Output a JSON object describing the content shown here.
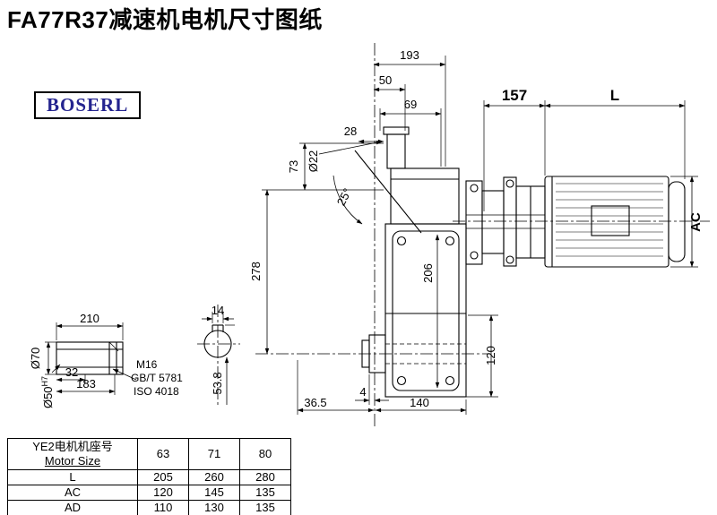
{
  "title": "FA77R37减速机电机尺寸图纸",
  "logo": {
    "text": "BOSERL",
    "color": "#24248f"
  },
  "dims": {
    "d193": "193",
    "d50": "50",
    "d69": "69",
    "d28": "28",
    "d22": "Ø22",
    "d73": "73",
    "d25": "25°",
    "d278": "278",
    "d157": "157",
    "dL": "L",
    "dAC": "AC",
    "d206": "206",
    "d120": "120",
    "d4": "4",
    "d36_5": "36.5",
    "d140": "140",
    "shaft": {
      "d210": "210",
      "d32": "32",
      "d183": "183",
      "d70": "Ø70",
      "d50_base": "Ø50",
      "d50_sup": "H7",
      "m16": "M16",
      "gbt": "GB/T 5781",
      "iso": "ISO 4018"
    },
    "key": {
      "d14": "14",
      "d53_8": "53.8"
    }
  },
  "table": {
    "header_cn": "YE2电机机座号",
    "header_en": "Motor Size",
    "sizes": [
      "63",
      "71",
      "80"
    ],
    "rows": [
      {
        "label": "L",
        "values": [
          "205",
          "260",
          "280"
        ]
      },
      {
        "label": "AC",
        "values": [
          "120",
          "145",
          "135"
        ]
      },
      {
        "label": "AD",
        "values": [
          "110",
          "130",
          "135"
        ]
      }
    ]
  }
}
